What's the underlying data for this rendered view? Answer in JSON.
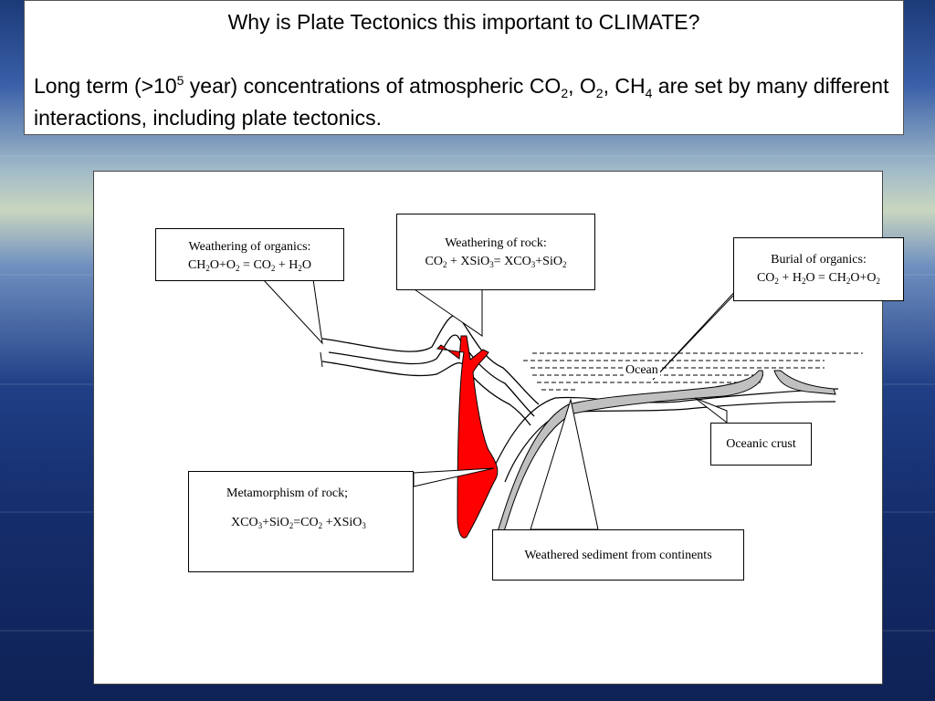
{
  "title": {
    "question": "Why is Plate Tectonics this important to CLIMATE?",
    "body_pre": "Long term (>10",
    "body_exp": "5",
    "body_mid1": " year) concentrations of atmospheric CO",
    "body_sub1": "2",
    "body_mid2": ", O",
    "body_sub2": "2",
    "body_mid3": ", CH",
    "body_sub3": "4",
    "body_post": " are set by many different interactions, including plate tectonics."
  },
  "diagram": {
    "weathering_organics": {
      "heading": "Weathering of organics:",
      "eq": [
        "CH",
        "2",
        "O+O",
        "2",
        " = CO",
        "2",
        " + H",
        "2",
        "O"
      ]
    },
    "weathering_rock": {
      "heading": "Weathering of rock:",
      "eq": [
        "CO",
        "2",
        " + XSiO",
        "3",
        "= XCO",
        "3",
        "+SiO",
        "2"
      ]
    },
    "burial_organics": {
      "heading": "Burial of organics:",
      "eq": [
        "CO",
        "2",
        " + H",
        "2",
        "O = CH",
        "2",
        "O+O",
        "2"
      ]
    },
    "ocean_label": "Ocean",
    "oceanic_crust_label": "Oceanic crust",
    "metamorphism": {
      "heading": "Metamorphism of rock;",
      "eq": [
        "XCO",
        "3",
        "+SiO",
        "2",
        "=CO",
        "2",
        " +XSiO",
        "3"
      ]
    },
    "sediment_label": "Weathered sediment from continents",
    "colors": {
      "magma": "#ff0000",
      "crust_fill": "#c0c0c0",
      "line": "#000000"
    }
  }
}
